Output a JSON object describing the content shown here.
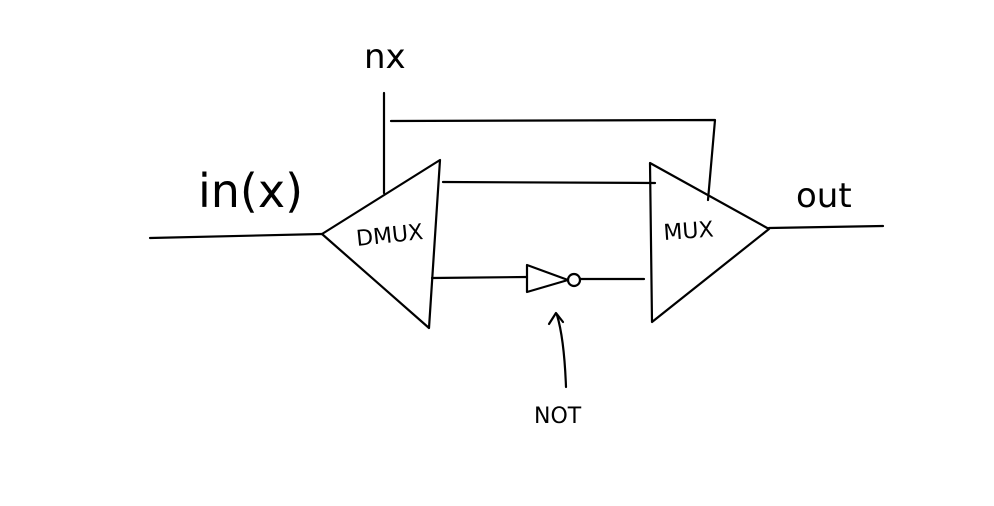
{
  "labels": {
    "input": "in(x)",
    "control": "nx",
    "output": "out",
    "demux": "DMUX",
    "mux": "MUX",
    "not_gate": "NOT"
  },
  "colors": {
    "ink": "#000000",
    "background": "#ffffff"
  }
}
